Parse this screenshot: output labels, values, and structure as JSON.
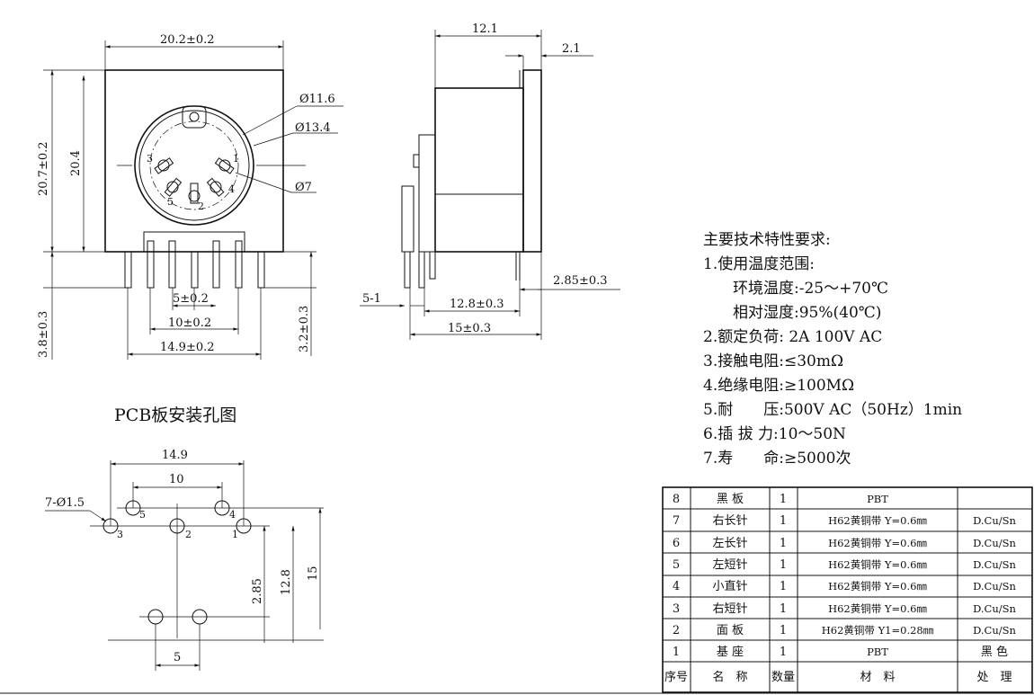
{
  "front_view": {
    "width": "20.2±0.2",
    "height_total": "20.7±0.2",
    "height_body": "20.4",
    "d_outer": "Ø11.6",
    "d_ring": "Ø13.4",
    "d_pin": "Ø7",
    "pin_spacing_5": "5±0.2",
    "pin_spacing_10": "10±0.2",
    "pin_spacing_14": "14.9±0.2",
    "lead_left": "3.8±0.3",
    "lead_right": "3.2±0.3",
    "pin_labels": [
      "1",
      "2",
      "3",
      "4",
      "5"
    ]
  },
  "side_view": {
    "depth": "12.1",
    "plate": "2.1",
    "offset_a": "2.85±0.3",
    "span_a": "12.8±0.3",
    "span_b": "15±0.3",
    "lead": "5-1"
  },
  "pcb": {
    "title": "PCB板安装孔图",
    "span_14": "14.9",
    "span_10": "10",
    "holes": "7-Ø1.5",
    "v_285": "2.85",
    "v_128": "12.8",
    "v_15": "15",
    "bottom_5": "5",
    "hole_labels": [
      "1",
      "2",
      "3",
      "4",
      "5"
    ]
  },
  "specs": {
    "title": "主要技术特性要求:",
    "lines": [
      "1.使用温度范围:",
      "环境温度:-25～+70℃",
      "相对湿度:95%(40℃)",
      "2.额定负荷: 2A 100V AC",
      "3.接触电阻:≤30mΩ",
      "4.绝缘电阻:≥100MΩ",
      "5.耐　　压:500V AC（50Hz）1min",
      "6.插 拔 力:10～50N",
      "7.寿　　命:≥5000次"
    ]
  },
  "bom": {
    "rows": [
      {
        "no": "8",
        "name": "黑 板",
        "qty": "1",
        "material": "PBT",
        "finish": ""
      },
      {
        "no": "7",
        "name": "右长针",
        "qty": "1",
        "material": "H62黄铜带 Y=0.6㎜",
        "finish": "D.Cu/Sn"
      },
      {
        "no": "6",
        "name": "左长针",
        "qty": "1",
        "material": "H62黄铜带 Y=0.6㎜",
        "finish": "D.Cu/Sn"
      },
      {
        "no": "5",
        "name": "左短针",
        "qty": "1",
        "material": "H62黄铜带 Y=0.6㎜",
        "finish": "D.Cu/Sn"
      },
      {
        "no": "4",
        "name": "小直针",
        "qty": "1",
        "material": "H62黄铜带 Y=0.6㎜",
        "finish": "D.Cu/Sn"
      },
      {
        "no": "3",
        "name": "右短针",
        "qty": "1",
        "material": "H62黄铜带 Y=0.6㎜",
        "finish": "D.Cu/Sn"
      },
      {
        "no": "2",
        "name": "面 板",
        "qty": "1",
        "material": "H62黄铜带 Y1=0.28㎜",
        "finish": "D.Cu/Sn"
      },
      {
        "no": "1",
        "name": "基 座",
        "qty": "1",
        "material": "PBT",
        "finish": "黑 色"
      }
    ],
    "header": {
      "no": "序号",
      "name": "名　称",
      "qty": "数量",
      "material": "材　料",
      "finish": "处　理"
    }
  }
}
